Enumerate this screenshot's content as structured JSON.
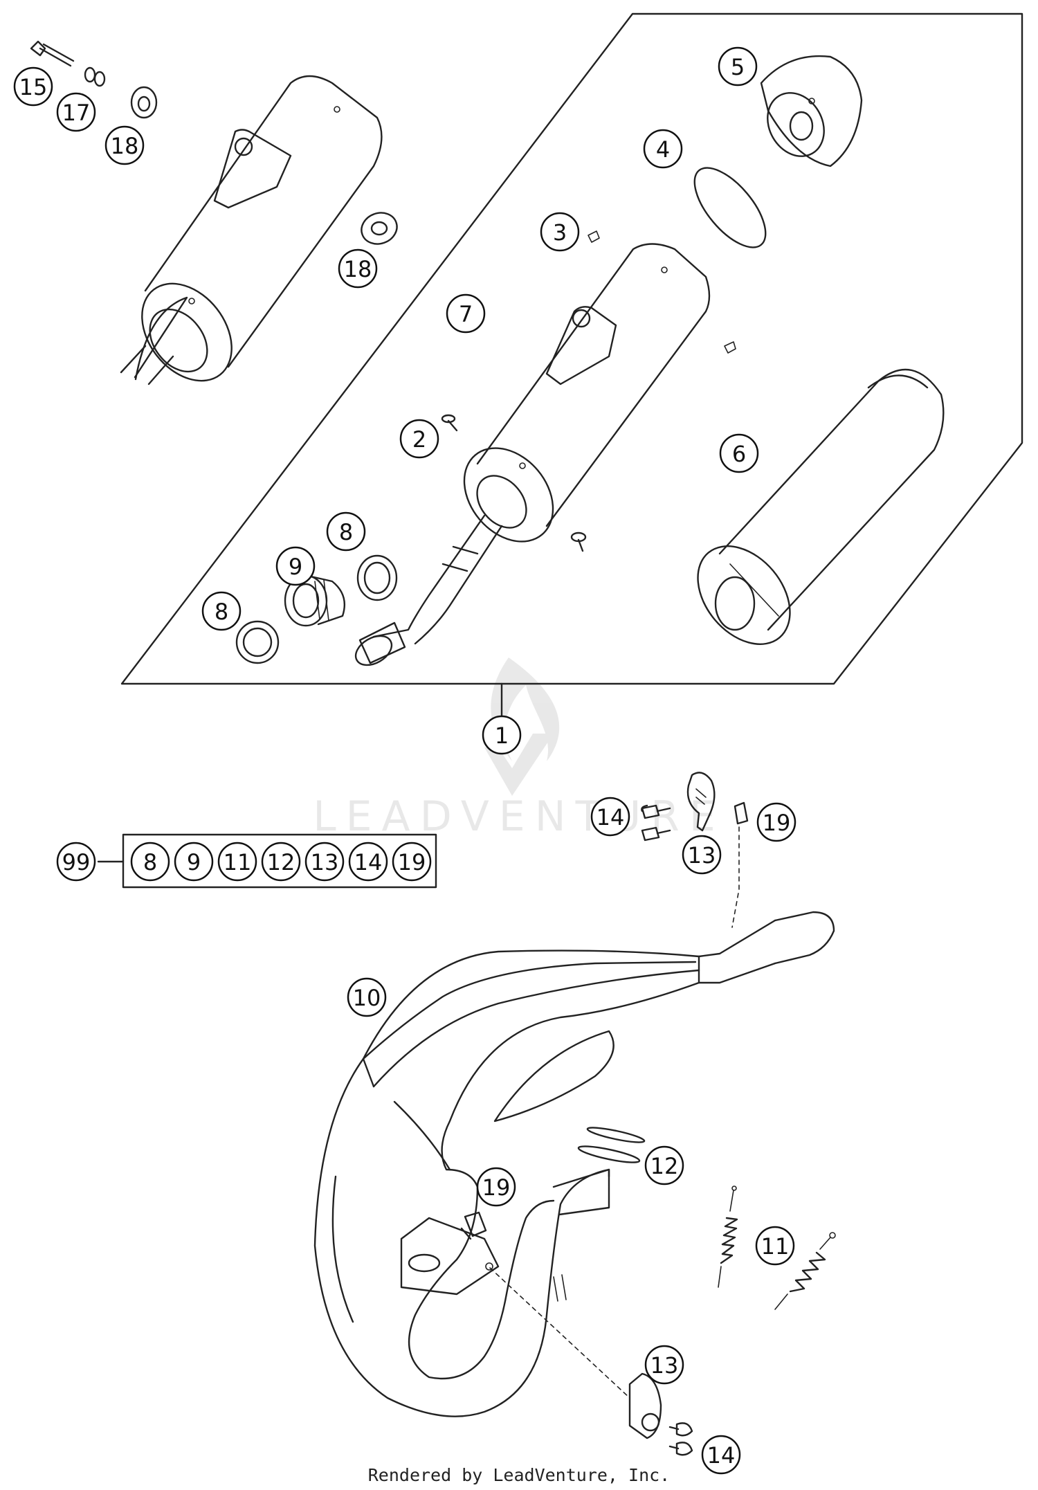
{
  "diagram": {
    "callouts": [
      {
        "id": "c1",
        "label": "1"
      },
      {
        "id": "c2",
        "label": "2"
      },
      {
        "id": "c3",
        "label": "3"
      },
      {
        "id": "c4",
        "label": "4"
      },
      {
        "id": "c5",
        "label": "5"
      },
      {
        "id": "c6",
        "label": "6"
      },
      {
        "id": "c7",
        "label": "7"
      },
      {
        "id": "c8a",
        "label": "8"
      },
      {
        "id": "c8b",
        "label": "8"
      },
      {
        "id": "c9",
        "label": "9"
      },
      {
        "id": "c10",
        "label": "10"
      },
      {
        "id": "c11",
        "label": "11"
      },
      {
        "id": "c12",
        "label": "12"
      },
      {
        "id": "c13a",
        "label": "13"
      },
      {
        "id": "c13b",
        "label": "13"
      },
      {
        "id": "c14a",
        "label": "14"
      },
      {
        "id": "c14b",
        "label": "14"
      },
      {
        "id": "c15",
        "label": "15"
      },
      {
        "id": "c17",
        "label": "17"
      },
      {
        "id": "c18a",
        "label": "18"
      },
      {
        "id": "c18b",
        "label": "18"
      },
      {
        "id": "c19a",
        "label": "19"
      },
      {
        "id": "c19b",
        "label": "19"
      },
      {
        "id": "c99",
        "label": "99"
      }
    ],
    "kit_items": [
      "8",
      "9",
      "11",
      "12",
      "13",
      "14",
      "19"
    ],
    "watermark": "LEADVENTURE",
    "footer": "Rendered by LeadVenture, Inc."
  }
}
